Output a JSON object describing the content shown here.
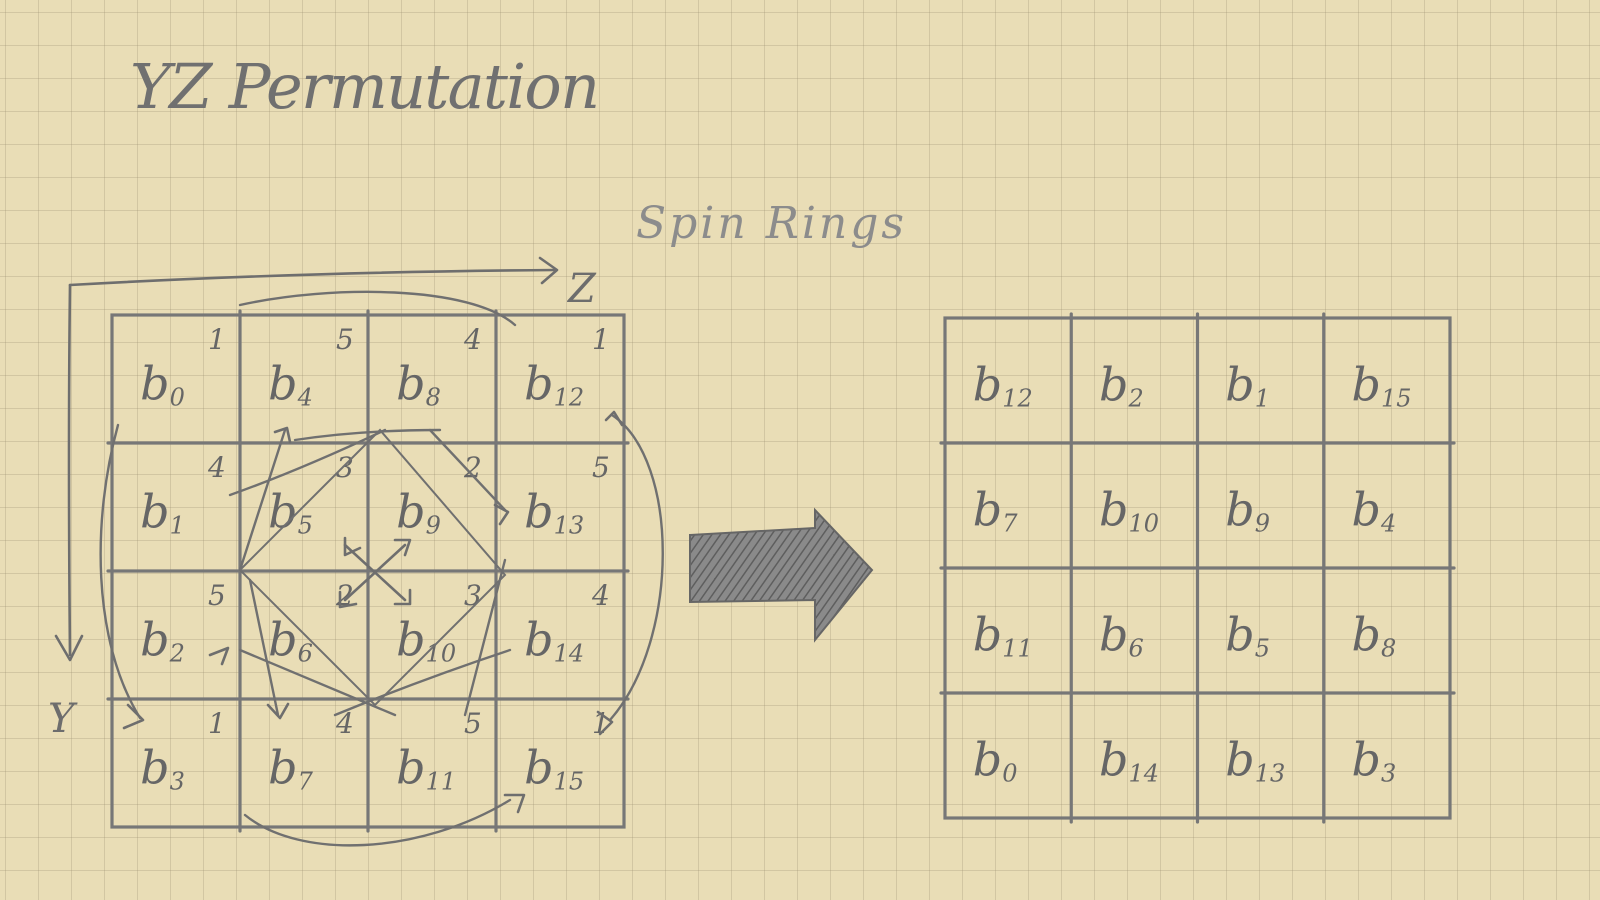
{
  "title": "YZ  Permutation",
  "subtitle": "Spin Rings",
  "axes": {
    "z": "Z",
    "y": "Y"
  },
  "left_grid": {
    "cells": [
      [
        {
          "b": "b",
          "n": "0"
        },
        {
          "b": "b",
          "n": "4"
        },
        {
          "b": "b",
          "n": "8"
        },
        {
          "b": "b",
          "n": "12"
        }
      ],
      [
        {
          "b": "b",
          "n": "1"
        },
        {
          "b": "b",
          "n": "5"
        },
        {
          "b": "b",
          "n": "9"
        },
        {
          "b": "b",
          "n": "13"
        }
      ],
      [
        {
          "b": "b",
          "n": "2"
        },
        {
          "b": "b",
          "n": "6"
        },
        {
          "b": "b",
          "n": "10"
        },
        {
          "b": "b",
          "n": "14"
        }
      ],
      [
        {
          "b": "b",
          "n": "3"
        },
        {
          "b": "b",
          "n": "7"
        },
        {
          "b": "b",
          "n": "11"
        },
        {
          "b": "b",
          "n": "15"
        }
      ]
    ],
    "step_counts": [
      "1",
      "5",
      "4",
      "1",
      "4",
      "3",
      "2",
      "5",
      "5",
      "2",
      "3",
      "4",
      "1",
      "4",
      "5",
      "1"
    ]
  },
  "right_grid": {
    "cells": [
      [
        {
          "b": "b",
          "n": "12"
        },
        {
          "b": "b",
          "n": "2"
        },
        {
          "b": "b",
          "n": "1"
        },
        {
          "b": "b",
          "n": "15"
        }
      ],
      [
        {
          "b": "b",
          "n": "7"
        },
        {
          "b": "b",
          "n": "10"
        },
        {
          "b": "b",
          "n": "9"
        },
        {
          "b": "b",
          "n": "4"
        }
      ],
      [
        {
          "b": "b",
          "n": "11"
        },
        {
          "b": "b",
          "n": "6"
        },
        {
          "b": "b",
          "n": "5"
        },
        {
          "b": "b",
          "n": "8"
        }
      ],
      [
        {
          "b": "b",
          "n": "0"
        },
        {
          "b": "b",
          "n": "14"
        },
        {
          "b": "b",
          "n": "13"
        },
        {
          "b": "b",
          "n": "3"
        }
      ]
    ]
  },
  "colors": {
    "paper": "#e9ddb6",
    "pencil": "#6d6d6d",
    "arrow_fill": "#7a7a7a"
  }
}
